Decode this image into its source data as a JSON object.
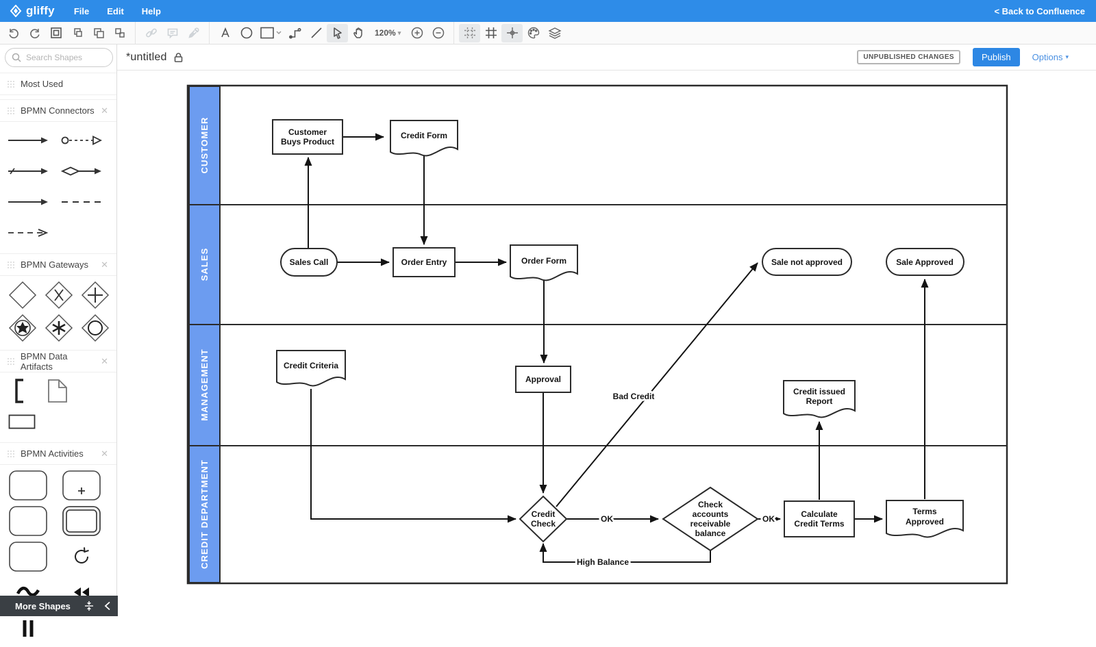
{
  "chrome": {
    "logo_text": "gliffy",
    "menus": [
      {
        "label": "File"
      },
      {
        "label": "Edit"
      },
      {
        "label": "Help"
      }
    ],
    "back_link": "< Back to Confluence",
    "zoom_level": "120%",
    "title": "*untitled",
    "status_badge": "UNPUBLISHED CHANGES",
    "publish_label": "Publish",
    "options_label": "Options"
  },
  "sidebar": {
    "search_placeholder": "Search Shapes",
    "sections": [
      {
        "label": "Most Used"
      },
      {
        "label": "BPMN Connectors"
      },
      {
        "label": "BPMN Gateways"
      },
      {
        "label": "BPMN Data Artifacts"
      },
      {
        "label": "BPMN Activities"
      }
    ],
    "more_shapes_label": "More Shapes"
  },
  "colors": {
    "topbar_blue": "#2e8ce8",
    "publish_blue": "#2d87e4",
    "lane_header_blue": "#6c9cf0",
    "diagram_stroke": "#2b2b2b"
  },
  "diagram": {
    "lanes": [
      "CUSTOMER",
      "SALES",
      "MANAGEMENT",
      "CREDIT DEPARTMENT"
    ],
    "nodes": {
      "cbp": {
        "shape": "rectangle",
        "lane": "CUSTOMER",
        "l1": "Customer",
        "l2": "Buys Product"
      },
      "credit_form": {
        "shape": "document",
        "lane": "CUSTOMER",
        "l1": "Credit Form"
      },
      "sales_call": {
        "shape": "terminator",
        "lane": "SALES",
        "l1": "Sales Call"
      },
      "order_entry": {
        "shape": "rectangle",
        "lane": "SALES",
        "l1": "Order Entry"
      },
      "order_form": {
        "shape": "document",
        "lane": "SALES",
        "l1": "Order Form"
      },
      "sale_not_approved": {
        "shape": "terminator",
        "lane": "SALES",
        "l1": "Sale not approved"
      },
      "sale_approved": {
        "shape": "terminator",
        "lane": "SALES",
        "l1": "Sale Approved"
      },
      "credit_criteria": {
        "shape": "document",
        "lane": "MANAGEMENT",
        "l1": "Credit Criteria"
      },
      "approval": {
        "shape": "rectangle",
        "lane": "MANAGEMENT",
        "l1": "Approval"
      },
      "credit_issued_report": {
        "shape": "document",
        "lane": "MANAGEMENT",
        "l1": "Credit issued",
        "l2": "Report"
      },
      "credit_check": {
        "shape": "decision",
        "lane": "CREDIT DEPARTMENT",
        "l1": "Credit",
        "l2": "Check"
      },
      "check_accounts": {
        "shape": "decision",
        "lane": "CREDIT DEPARTMENT",
        "l1": "Check",
        "l2": "accounts",
        "l3": "receivable",
        "l4": "balance"
      },
      "calculate_credit_terms": {
        "shape": "rectangle",
        "lane": "CREDIT DEPARTMENT",
        "l1": "Calculate",
        "l2": "Credit Terms"
      },
      "terms_approved": {
        "shape": "document",
        "lane": "CREDIT DEPARTMENT",
        "l1": "Terms",
        "l2": "Approved"
      }
    },
    "edge_labels": {
      "ok1": "OK",
      "ok2": "OK",
      "bad_credit": "Bad Credit",
      "high_balance": "High Balance"
    }
  }
}
